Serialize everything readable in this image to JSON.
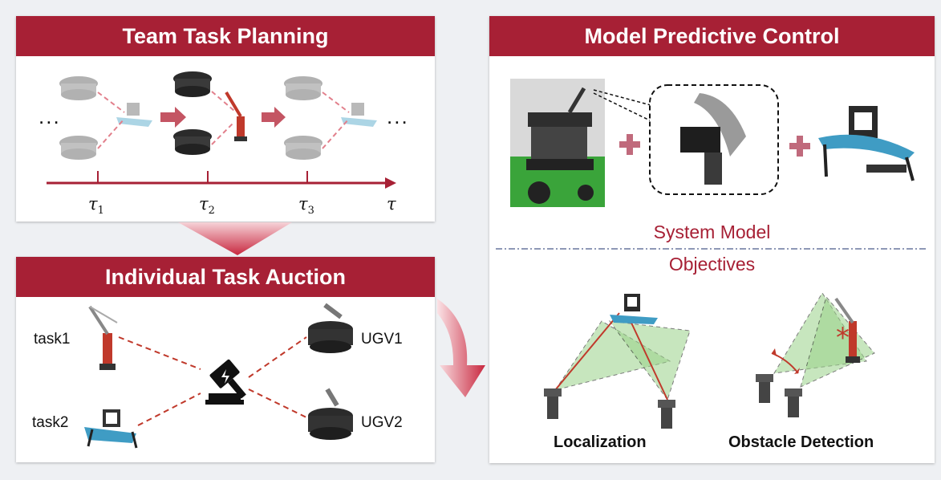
{
  "planning": {
    "title": "Team Task Planning",
    "ellipsis_left": "...",
    "ellipsis_right": "...",
    "ticks": [
      {
        "symbol": "τ",
        "sub": "1"
      },
      {
        "symbol": "τ",
        "sub": "2"
      },
      {
        "symbol": "τ",
        "sub": "3"
      }
    ],
    "axis_label": "τ"
  },
  "auction": {
    "title": "Individual Task Auction",
    "task1": "task1",
    "task2": "task2",
    "ugv1": "UGV1",
    "ugv2": "UGV2"
  },
  "mpc": {
    "title": "Model Predictive Control",
    "system_model": "System Model",
    "objectives": "Objectives",
    "localization": "Localization",
    "obstacle_detection": "Obstacle Detection"
  },
  "colors": {
    "accent": "#a72035",
    "dashed_link": "#c0392b",
    "arrow_fill": "#c45563",
    "fov_green": "#9bd38a"
  }
}
